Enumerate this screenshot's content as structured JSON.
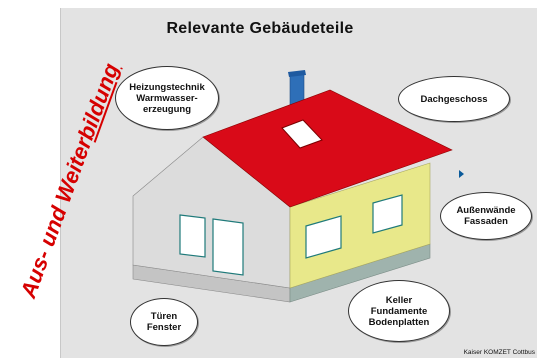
{
  "title": "Relevante Gebäudeteile",
  "side_text": {
    "part1": "Aus- und Weiter",
    "part2": "bildung"
  },
  "bubbles": {
    "heizung": "Heizungstechnik\nWarmwasser-\nerzeugung",
    "dachgeschoss": "Dachgeschoss",
    "aussenwaende": "Außenwände\nFassaden",
    "tueren": "Türen\nFenster",
    "keller": "Keller\nFundamente\nBodenplatten"
  },
  "credit": "Kaiser KOMZET Cottbus",
  "colors": {
    "roof": "#d90a18",
    "wall_front": "#dcdcdc",
    "wall_side": "#e8e88a",
    "foundation_front": "#c4c4c4",
    "foundation_side": "#9fb3ad",
    "chimney": "#2e6fb8",
    "accent_text": "#d60000"
  }
}
